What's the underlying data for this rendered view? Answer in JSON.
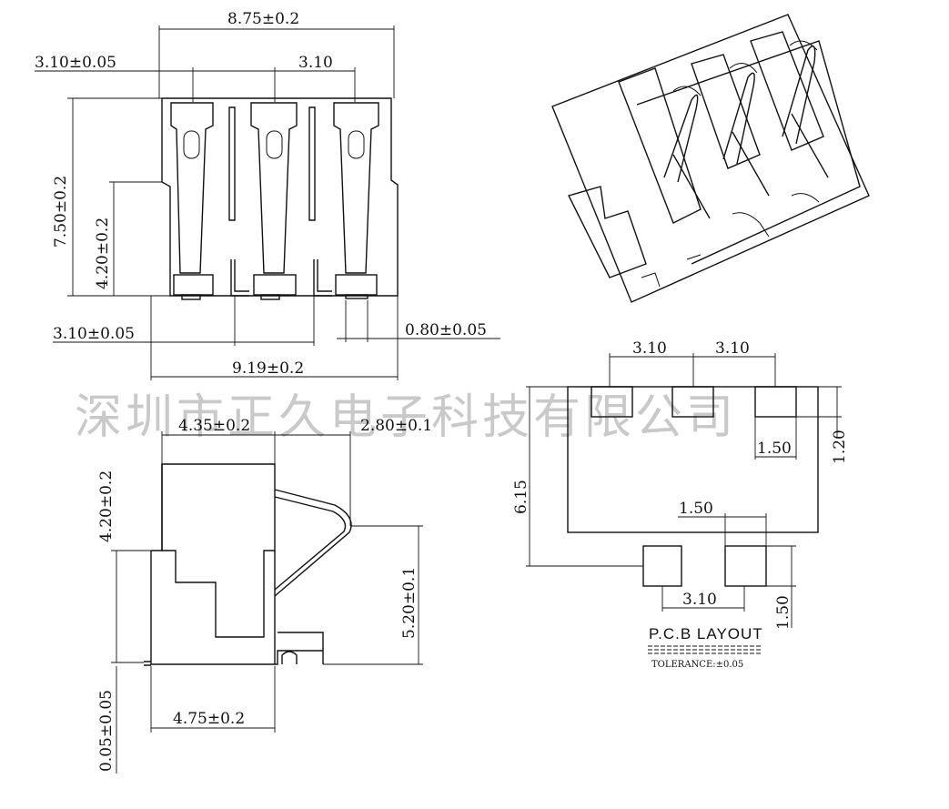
{
  "watermark": "深圳市正久电子科技有限公司",
  "front_view": {
    "dims": {
      "total_width": "8.75±0.2",
      "pin_offset": "3.10±0.05",
      "pitch": "3.10",
      "height": "7.50±0.2",
      "body_height": "4.20±0.2",
      "bottom_offset": "3.10±0.05",
      "pin_width": "0.80±0.05",
      "base_width": "9.19±0.2"
    }
  },
  "side_view": {
    "dims": {
      "top_width": "4.35±0.2",
      "spring_width": "2.80±0.1",
      "left_height": "4.20±0.2",
      "spring_height": "5.20±0.1",
      "bottom_offset": "0.05±0.05",
      "base_width": "4.75±0.2"
    }
  },
  "pcb_layout": {
    "title": "P.C.B LAYOUT",
    "tolerance": "TOLERANCE:±0.05",
    "dims": {
      "pitch_left": "3.10",
      "pitch_right": "3.10",
      "height": "6.15",
      "pad_width_top": "1.50",
      "pad_height_top": "1.20",
      "pad_width_mid": "1.50",
      "pitch_bottom": "3.10",
      "pad_height_bottom": "1.50"
    }
  }
}
